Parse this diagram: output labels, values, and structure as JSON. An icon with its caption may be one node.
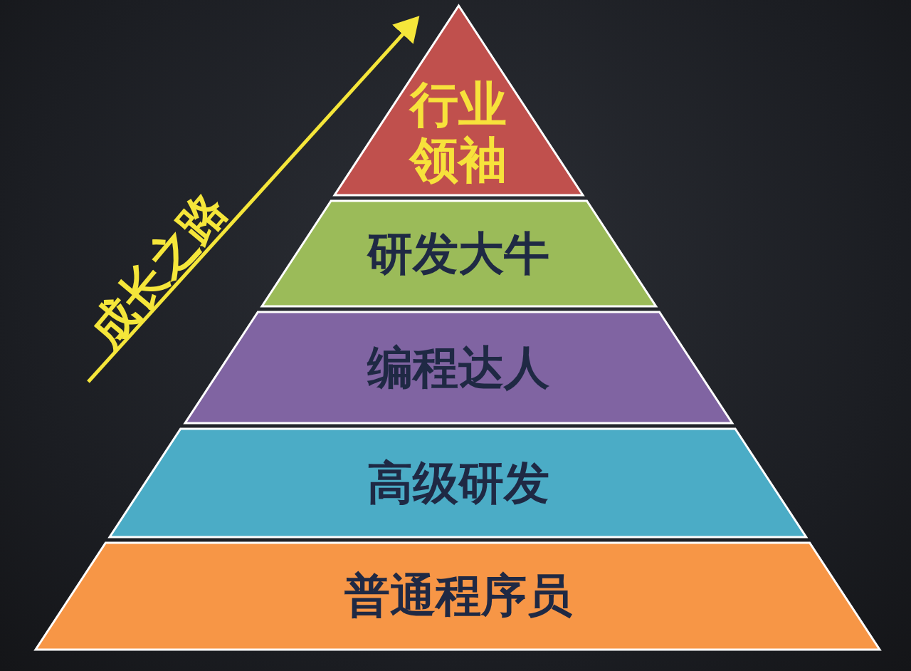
{
  "diagram": {
    "nodes": [
      {
        "text": [
          "行业领袖"
        ]
      },
      {
        "text": [
          "研发大牛"
        ]
      },
      {
        "text": [
          "编程达人"
        ]
      },
      {
        "text": [
          "高级研发"
        ]
      },
      {
        "text": [
          "普通程序员"
        ]
      }
    ],
    "labels": [
      "成长之路"
    ]
  }
}
